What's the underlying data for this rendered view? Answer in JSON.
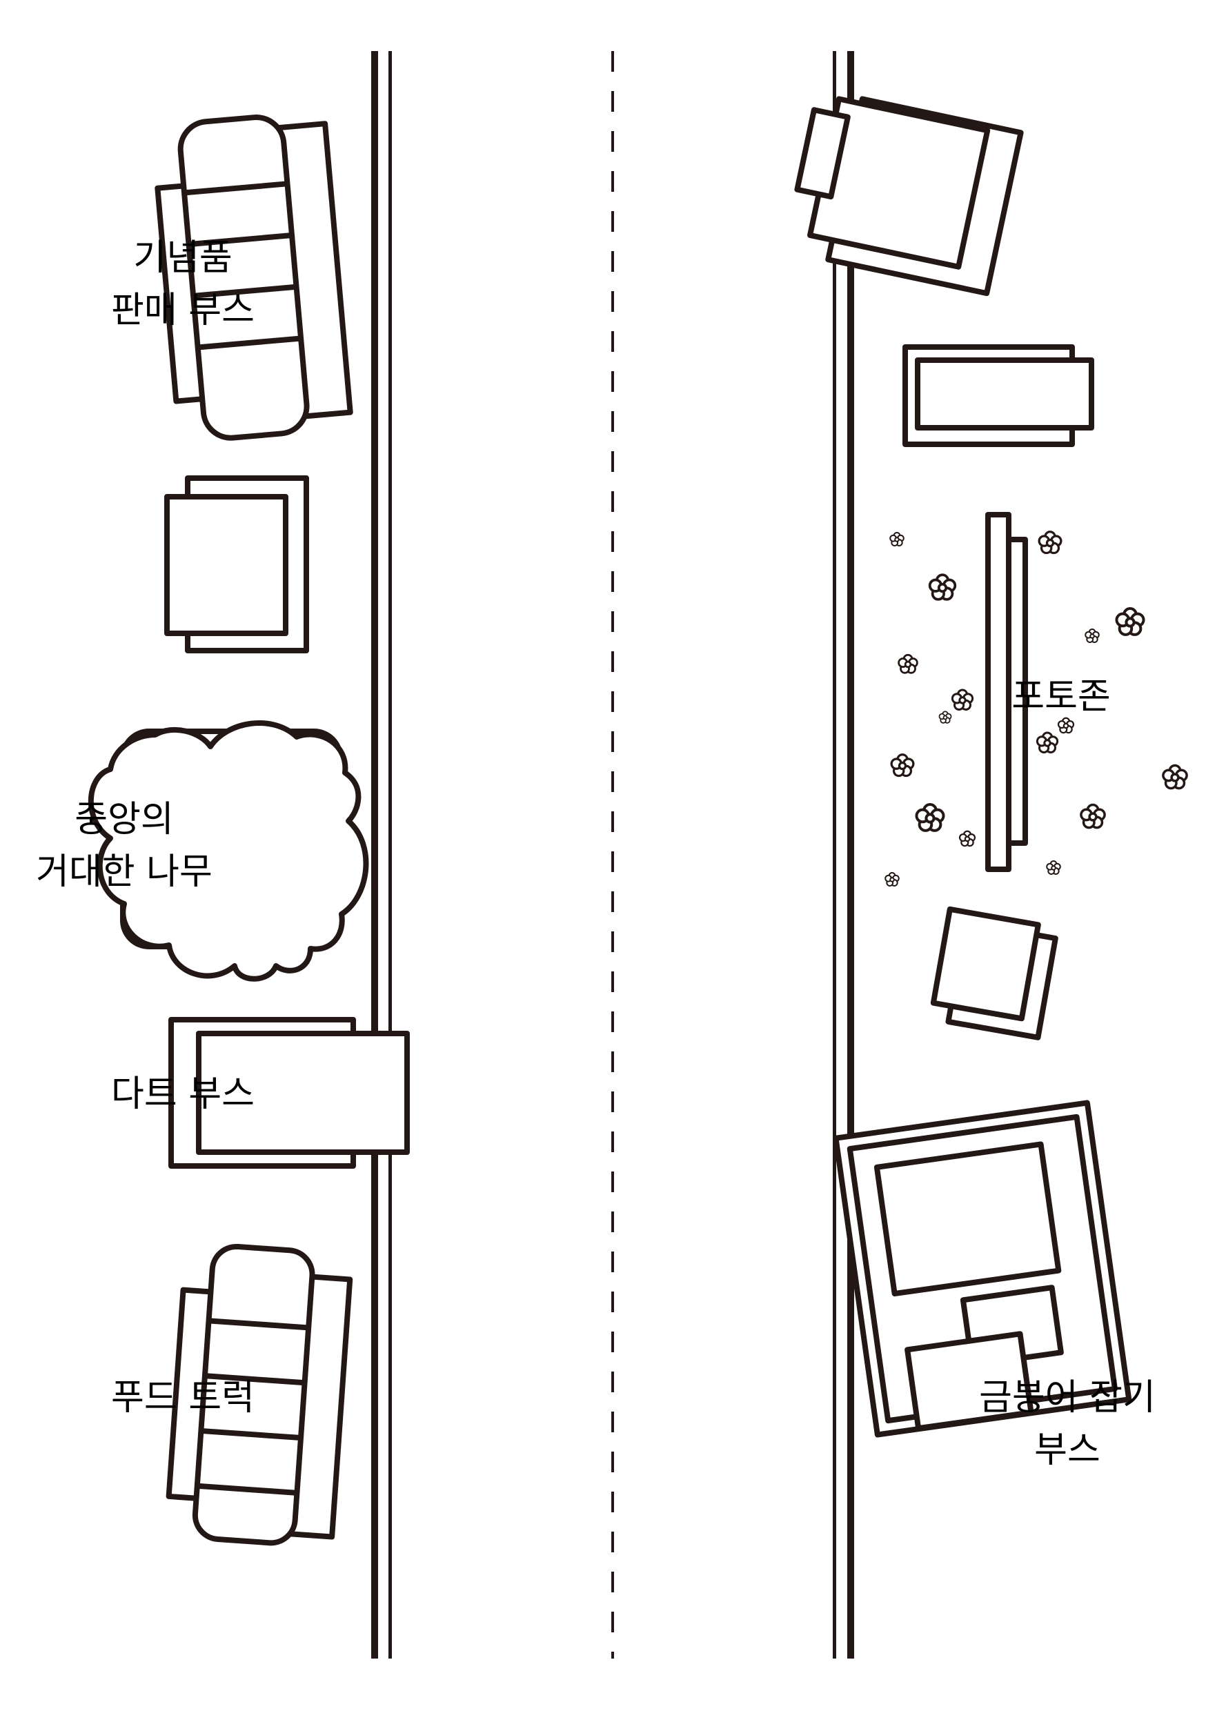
{
  "map": {
    "labels": {
      "souvenir_booth": [
        "기념품",
        "판매 부스"
      ],
      "giant_tree": [
        "중앙의",
        "거대한 나무"
      ],
      "dart_booth": [
        "다트 부스"
      ],
      "food_truck": [
        "푸드 트럭"
      ],
      "photo_zone": [
        "포토존"
      ],
      "goldfish_booth": [
        "금붕어 잡기",
        "부스"
      ]
    }
  },
  "colors": {
    "line": "#231815",
    "background": "#ffffff",
    "text": "#000000"
  },
  "icons": {
    "flower": "flower-icon"
  }
}
